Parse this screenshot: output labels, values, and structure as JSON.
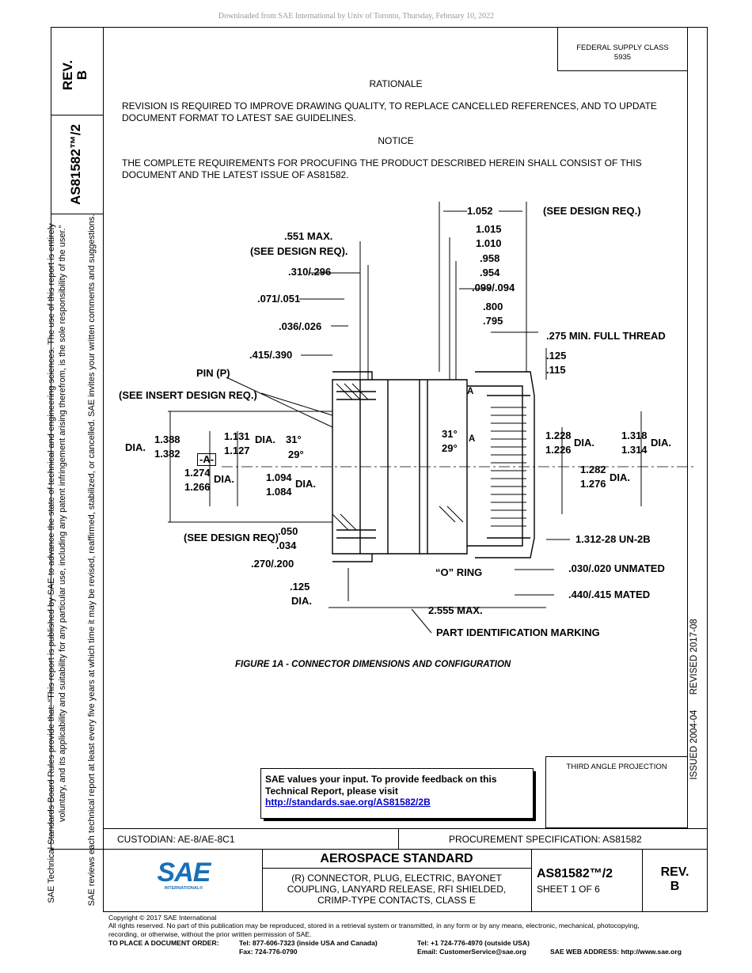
{
  "header": {
    "download_note": "Downloaded from SAE International by Univ of Toronto, Thursday, February 10, 2022"
  },
  "side": {
    "rev_label": "REV.",
    "rev_value": "B",
    "doc_number": "AS81582™/2",
    "rules_line1": "SAE Technical Standards Board Rules provide that: “This report is published by SAE to advance the state of technical and engineering sciences. The use of this report is entirely",
    "rules_line2": "voluntary, and its applicability and suitability for any particular use, including any patent infringement arising therefrom, is the sole responsibility of the user.”",
    "rules_line3": "SAE reviews each technical report at least every five years at which time it may be revised, reaffirmed, stabilized, or cancelled. SAE invites your written comments and suggestions.",
    "issued": "ISSUED 2004-04",
    "revised": "REVISED 2017-08"
  },
  "fsc": {
    "label": "FEDERAL SUPPLY CLASS",
    "value": "5935"
  },
  "rationale": {
    "heading": "RATIONALE",
    "text": "REVISION IS REQUIRED TO IMPROVE DRAWING QUALITY, TO REPLACE CANCELLED REFERENCES, AND TO UPDATE DOCUMENT FORMAT TO LATEST SAE GUIDELINES."
  },
  "notice": {
    "heading": "NOTICE",
    "text": "THE COMPLETE REQUIREMENTS FOR PROCUFING THE PRODUCT DESCRIBED HEREIN SHALL CONSIST OF THIS DOCUMENT AND THE LATEST ISSUE OF AS81582."
  },
  "drawing": {
    "caption": "FIGURE 1A - CONNECTOR DIMENSIONS AND CONFIGURATION",
    "labels": {
      "d1052": "1.052",
      "see_design_req": "(SEE DESIGN REQ.)",
      "d1015": "1.015",
      "d1010": "1.010",
      "d958": ".958",
      "d954": ".954",
      "d099": ".099/.094",
      "d800": ".800",
      "d795": ".795",
      "thread_min": ".275 MIN. FULL THREAD",
      "d125a": ".125",
      "d115": ".115",
      "d551": ".551 MAX.",
      "see_design_req2": "(SEE DESIGN REQ).",
      "d310": ".310/.296",
      "d071": ".071/.051",
      "d036": ".036/.026",
      "d415": ".415/.390",
      "pin": "PIN (P)",
      "insert_req": "(SEE INSERT DESIGN REQ.)",
      "dia_l": "DIA.",
      "d1388": "1.388",
      "d1382": "1.382",
      "datum_a": "-A-",
      "d1131": "1.131",
      "d1127": "1.127",
      "dia_a": "DIA.",
      "ang31a": "31°",
      "ang29a": "29°",
      "d1274": "1.274",
      "d1266": "1.266",
      "dia_b": "DIA.",
      "d1094": "1.094",
      "d1084": "1.084",
      "dia_c": "DIA.",
      "ang31b": "31°",
      "ang29b": "29°",
      "a1": "A",
      "a2": "A",
      "d1228": "1.228",
      "d1226": "1.226",
      "dia_d": "DIA.",
      "d1318": "1.318",
      "d1314": "1.314",
      "dia_e": "DIA.",
      "d1282": "1.282",
      "d1276": "1.276",
      "dia_f": "DIA.",
      "see_design_req3": "(SEE DESIGN REQ)",
      "d050": ".050",
      "d034": ".034",
      "d270": ".270/.200",
      "d125b": ".125",
      "dia_g": "DIA.",
      "o_ring": "“O” RING",
      "thread": "1.312-28 UN-2B",
      "unmated": ".030/.020 UNMATED",
      "mated": ".440/.415 MATED",
      "d2555": "2.555 MAX.",
      "part_id": "PART IDENTIFICATION MARKING"
    }
  },
  "feedback": {
    "text": "SAE values your input. To provide feedback on this Technical Report, please visit",
    "link": "http://standards.sae.org/AS81582/2B"
  },
  "projection": {
    "label": "THIRD ANGLE PROJECTION"
  },
  "title_block": {
    "custodian": "CUSTODIAN: AE-8/AE-8C1",
    "procurement": "PROCUREMENT SPECIFICATION: AS81582",
    "logo_text": "SAE",
    "logo_sub": "INTERNATIONAL®",
    "standard": "AEROSPACE STANDARD",
    "title_line1": "(R) CONNECTOR, PLUG, ELECTRIC, BAYONET",
    "title_line2": "COUPLING, LANYARD RELEASE, RFI SHIELDED,",
    "title_line3": "CRIMP-TYPE CONTACTS, CLASS E",
    "doc_number": "AS81582™/2",
    "sheet": "SHEET 1 OF 6",
    "rev_label": "REV.",
    "rev_value": "B"
  },
  "footer": {
    "copyright": "Copyright © 2017 SAE International",
    "rights": "All rights reserved. No part of this publication may be reproduced, stored in a retrieval system or transmitted, in any form or by any means, electronic, mechanical, photocopying,",
    "rights2": "recording, or otherwise, without the prior written permission of SAE.",
    "order_label": "TO PLACE A DOCUMENT ORDER:",
    "tel1": "Tel: 877-606-7323 (inside USA and Canada)",
    "fax": "Fax: 724-776-0790",
    "tel2": "Tel: +1 724-776-4970 (outside USA)",
    "email": "Email: CustomerService@sae.org",
    "web": "SAE WEB ADDRESS: http://www.sae.org"
  }
}
